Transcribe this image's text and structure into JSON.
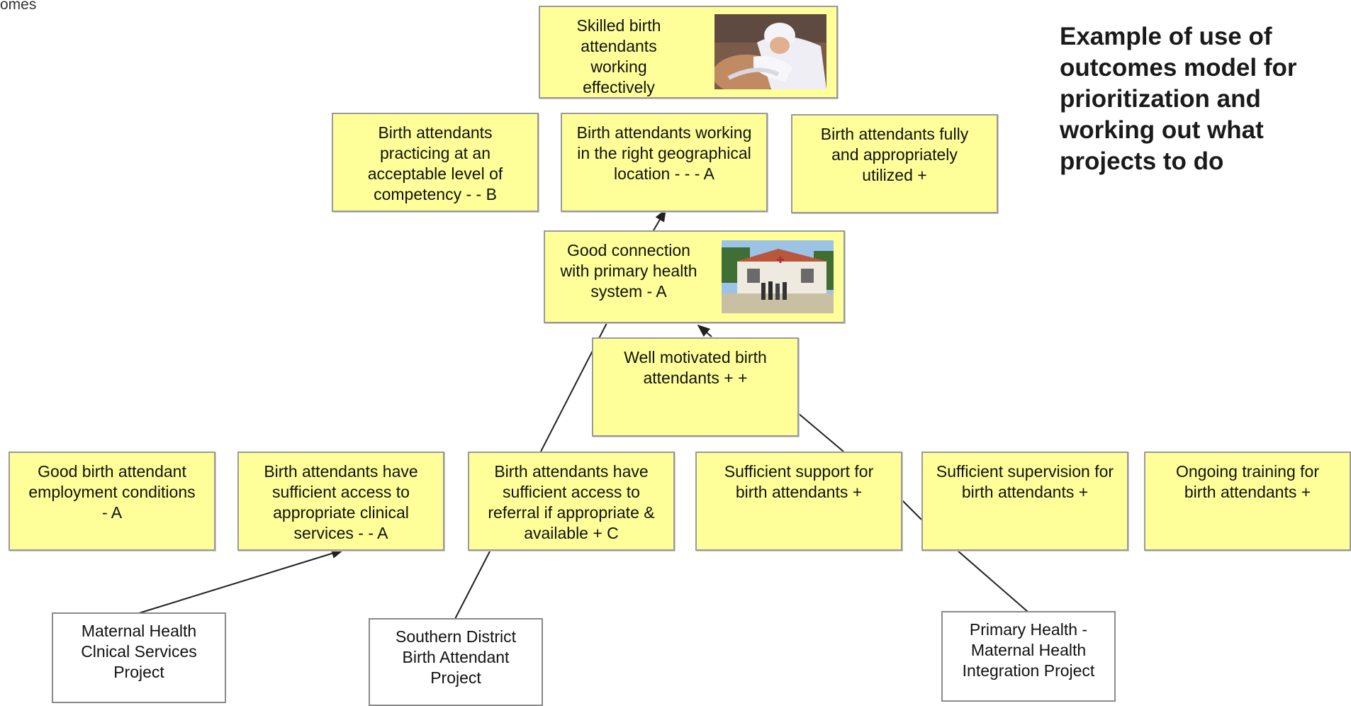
{
  "corner_text": "omes",
  "title": "Example of use of outcomes model for prioritization and working out what projects to do",
  "colors": {
    "outcome_fill": "#ffff99",
    "outcome_border": "#9a9a9a",
    "project_fill": "#ffffff",
    "connector": "#222222"
  },
  "top_outcome": {
    "label": "Skilled birth attendants working effectively",
    "image": "birth-attendant-photo"
  },
  "level2": [
    {
      "label": "Birth attendants practicing at an acceptable level of competency - - B"
    },
    {
      "label": "Birth attendants working in the right geographical location - - - A"
    },
    {
      "label": "Birth attendants fully and appropriately utilized +"
    }
  ],
  "level3": {
    "label": "Good connection with primary health system - A",
    "image": "health-center-photo"
  },
  "motivated": {
    "label": "Well motivated birth attendants + +"
  },
  "level4": [
    {
      "label": "Good birth attendant employment conditions - A"
    },
    {
      "label": "Birth attendants have sufficient access to appropriate clinical services - - A"
    },
    {
      "label": "Birth attendants have sufficient access to referral if appropriate & available + C"
    },
    {
      "label": "Sufficient support for birth attendants +"
    },
    {
      "label": "Sufficient supervision for birth attendants +"
    },
    {
      "label": "Ongoing training for birth attendants +"
    }
  ],
  "projects": [
    {
      "label": "Maternal Health Clnical Services Project"
    },
    {
      "label": "Southern District Birth Attendant Project"
    },
    {
      "label": "Primary Health - Maternal Health Integration Project"
    }
  ]
}
